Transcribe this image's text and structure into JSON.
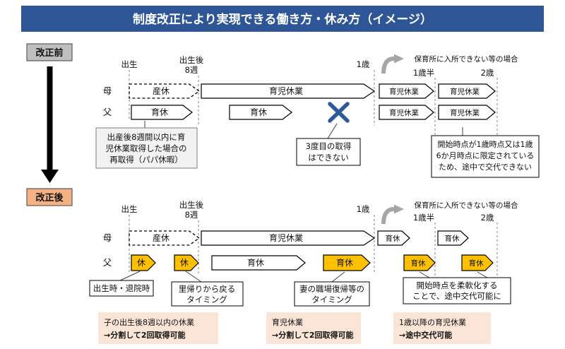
{
  "title": "制度改正により実現できる働き方・休み方（イメージ）",
  "colors": {
    "header_bg": "#2E5596",
    "before_label_bg": "#BFBFBF",
    "after_label_bg": "#F4B183",
    "arrow_highlight": "#FFC000",
    "summary_bg": "#FBE5D6",
    "note_gray_bg": "#F2F2F2",
    "x_mark": "#2E5B97",
    "curve_arrow": "#A6A6A6",
    "down_arrow": "#000000"
  },
  "before": {
    "section_label": "改正前",
    "timeline": {
      "birth": "出生",
      "after_birth_1": "出生後",
      "after_birth_2": "8週",
      "age1": "1歳",
      "age1_5": "1歳半",
      "age2": "2歳"
    },
    "nursery_note": "保育所に入所できない等の場合",
    "rows": {
      "mother": "母",
      "father": "父"
    },
    "arrows": {
      "sankyu": "産休",
      "mother_main": "育児休業",
      "mother_ext1": "育児休業",
      "mother_ext2": "育児休業",
      "father_1": "育休",
      "father_2": "育休",
      "father_ext1": "育児休業",
      "father_ext2": "育児休業"
    },
    "note_papa": {
      "lines": [
        "出産後8週間以内に育",
        "児休業取得した場合の",
        "再取得（パパ休暇）"
      ]
    },
    "note_third": {
      "lines": [
        "3度目の取得",
        "はできない"
      ]
    },
    "note_limited": {
      "lines": [
        "開始時点が1歳時点又は1歳",
        "6か月時点に限定されている",
        "ため、途中で交代できない"
      ]
    }
  },
  "after": {
    "section_label": "改正後",
    "timeline": {
      "birth": "出生",
      "after_birth_1": "出生後",
      "after_birth_2": "8週",
      "age1": "1歳",
      "age1_5": "1歳半",
      "age2": "2歳"
    },
    "nursery_note": "保育所に入所できない等の場合",
    "rows": {
      "mother": "母",
      "father": "父"
    },
    "arrows": {
      "sankyu": "産休",
      "mother_main": "育児休業",
      "mother_ext1": "育休",
      "mother_ext2": "育休",
      "father_kyu1": "休",
      "father_kyu2": "休",
      "father_ikukyu": "育休",
      "father_orange1": "育休",
      "father_orange2": "育休",
      "father_orange3": "育休"
    },
    "callout_birth": {
      "lines": [
        "出生時・退院時"
      ]
    },
    "callout_return": {
      "lines": [
        "里帰りから戻る",
        "タイミング"
      ]
    },
    "callout_wife": {
      "lines": [
        "妻の職場復帰等の",
        "タイミング"
      ]
    },
    "callout_flex": {
      "lines": [
        "開始時点を柔軟化する",
        "ことで、途中交代可能に"
      ]
    }
  },
  "summary": [
    {
      "line1": "子の出生後8週以内の休業",
      "line2": "→分割して2回取得可能"
    },
    {
      "line1": "育児休業",
      "line2": "→分割して2回取得可能"
    },
    {
      "line1": "1歳以降の育児休業",
      "line2": "→途中交代可能"
    }
  ]
}
